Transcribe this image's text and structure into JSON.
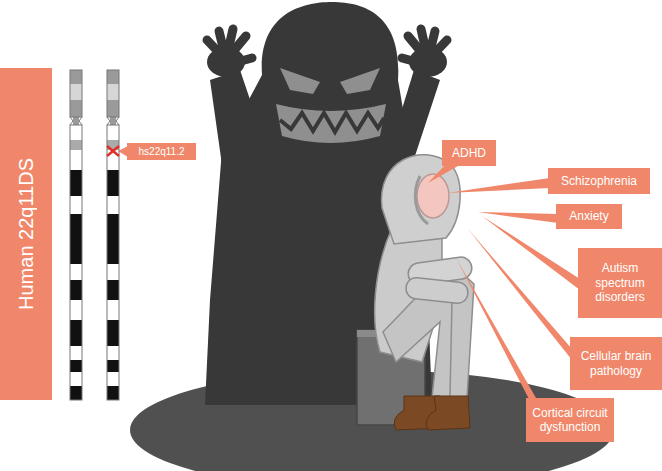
{
  "diagram": {
    "nodes": [
      {
        "text": [
          "Human 22q11DS"
        ]
      },
      {
        "text": [
          "hs22q11.2"
        ]
      },
      {
        "text": [
          "ADHD"
        ]
      },
      {
        "text": [
          "Schizophrenia"
        ]
      },
      {
        "text": [
          "Anxiety"
        ]
      },
      {
        "text": [
          "Autism spectrum disorders"
        ]
      },
      {
        "text": [
          "Cellular brain pathology"
        ]
      },
      {
        "text": [
          "Cortical circuit dysfunction"
        ]
      }
    ]
  }
}
